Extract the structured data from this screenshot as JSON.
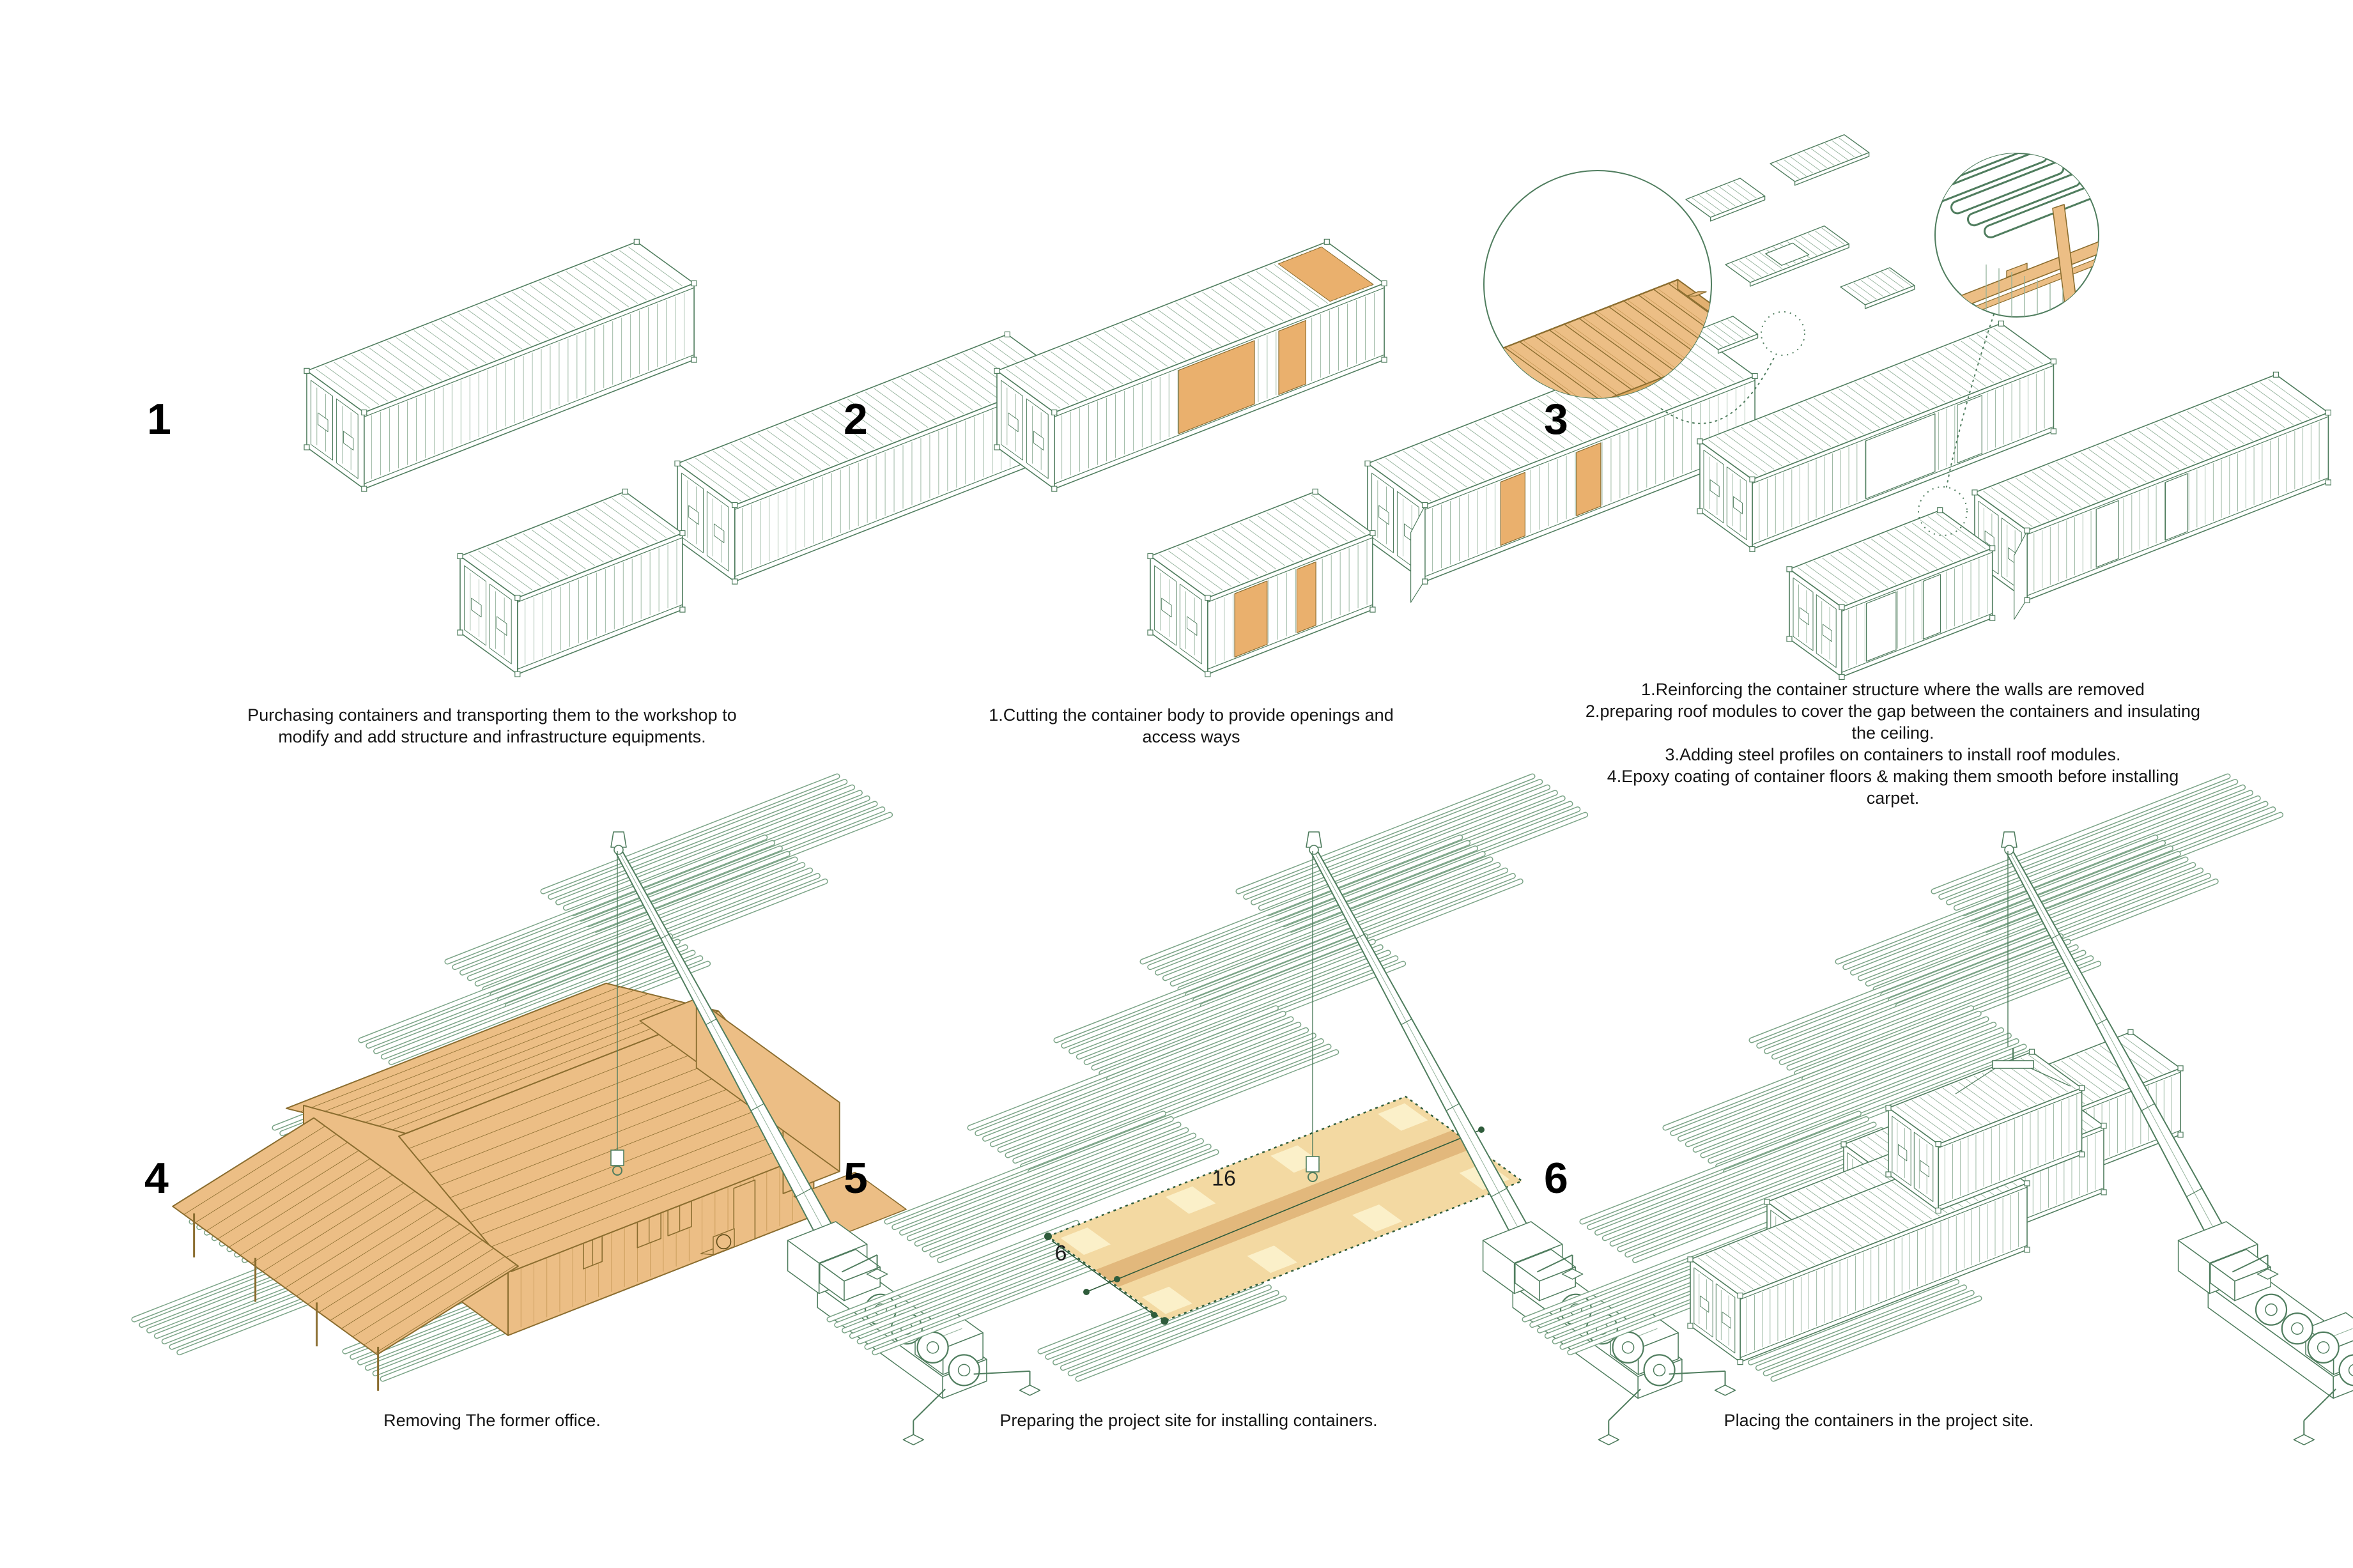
{
  "figure": {
    "background": "#ffffff",
    "colors": {
      "line_green": "#4f7d5e",
      "line_green_light": "#93b29b",
      "pipe_green": "#7ba487",
      "orange_fill": "#ecbe85",
      "orange_line": "#8a6d2f",
      "opening_orange": "#eab06d",
      "pad_fill": "#f3d9a2",
      "pad_band": "#e2b87c",
      "pad_pale": "#fbf0c9",
      "dark_green": "#2f5c3b",
      "text": "#151515"
    },
    "steps": [
      {
        "number": "1",
        "caption": "Purchasing containers and transporting them to the workshop to\nmodify and add structure and infrastructure equipments."
      },
      {
        "number": "2",
        "caption": "1.Cutting the container body to provide openings and\naccess ways"
      },
      {
        "number": "3",
        "caption": "1.Reinforcing the container structure where the walls are removed\n2.preparing roof modules to cover the gap between the containers and insulating\nthe ceiling.\n3.Adding steel profiles on containers to install roof modules.\n4.Epoxy coating of container floors & making them smooth before installing\ncarpet."
      },
      {
        "number": "4",
        "caption": "Removing The former office."
      },
      {
        "number": "5",
        "caption": "Preparing the project site for installing containers."
      },
      {
        "number": "6",
        "caption": "Placing the containers in the project site."
      }
    ],
    "site_plan_dimensions": {
      "length": "16",
      "width": "6"
    }
  }
}
